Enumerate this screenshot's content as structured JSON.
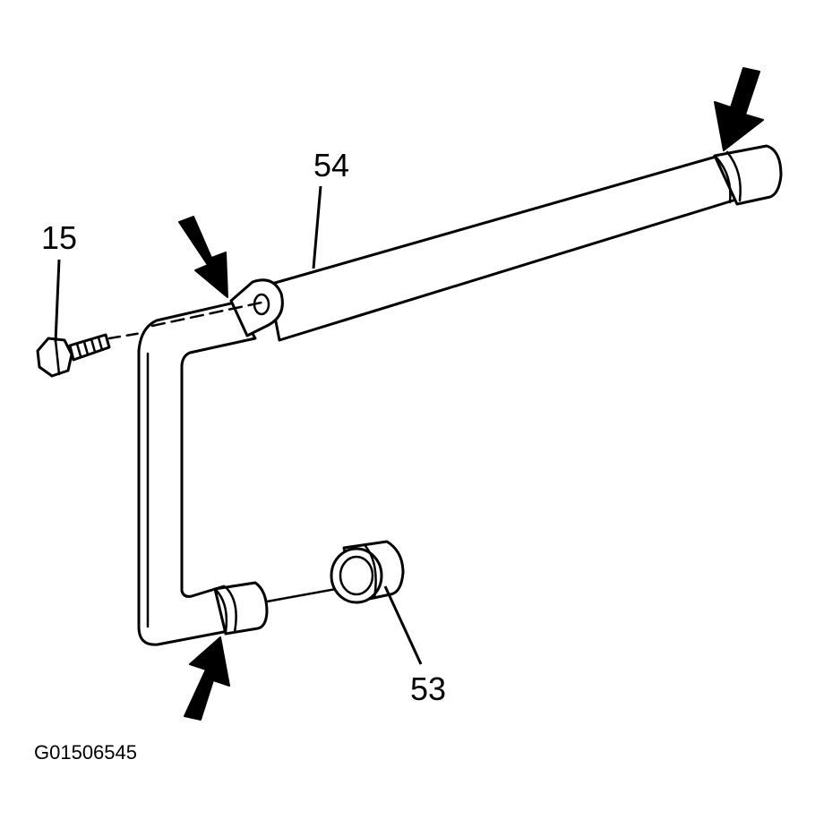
{
  "callouts": {
    "pipe": "54",
    "bolt": "15",
    "seal": "53"
  },
  "figure_id": "G01506545",
  "colors": {
    "line": "#000000",
    "background": "#ffffff"
  }
}
